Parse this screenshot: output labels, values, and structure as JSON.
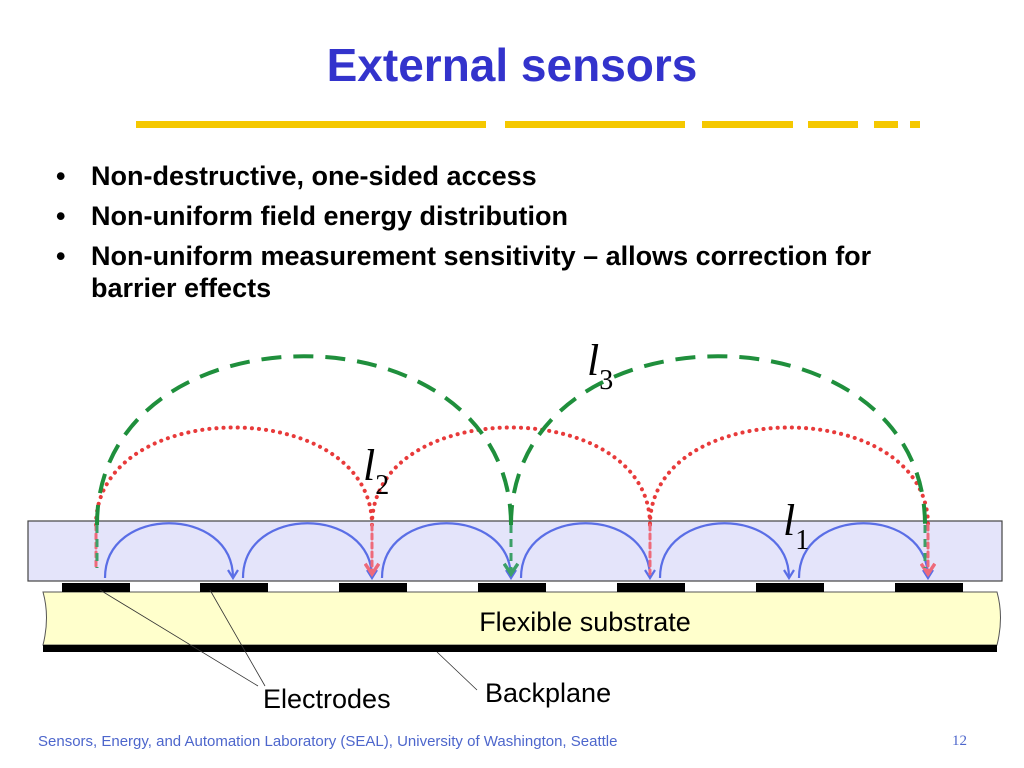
{
  "slide": {
    "title": "External sensors",
    "bullets": [
      {
        "marker": "•",
        "text": "Non-destructive, one-sided access"
      },
      {
        "marker": "•",
        "text": "Non-uniform field energy distribution"
      },
      {
        "marker": "•",
        "text": "Non-uniform measurement sensitivity – allows correction for barrier effects"
      }
    ],
    "footer": "Sensors, Energy, and Automation Laboratory (SEAL), University of Washington, Seattle",
    "page_number": "12"
  },
  "diagram": {
    "substrate_label": "Flexible substrate",
    "electrodes_label": "Electrodes",
    "backplane_label": "Backplane",
    "length_labels": [
      {
        "letter": "l",
        "subscript": "1"
      },
      {
        "letter": "l",
        "subscript": "2"
      },
      {
        "letter": "l",
        "subscript": "3"
      }
    ],
    "colors": {
      "title": "#3333cc",
      "underline": "#f5c800",
      "sensor_layer": "#e4e4fa",
      "substrate": "#ffffcc",
      "l1_field": "#5a6ee6",
      "l2_field": "#e83a3a",
      "l3_field": "#1f8f3c",
      "footer": "#4d66cc"
    }
  }
}
